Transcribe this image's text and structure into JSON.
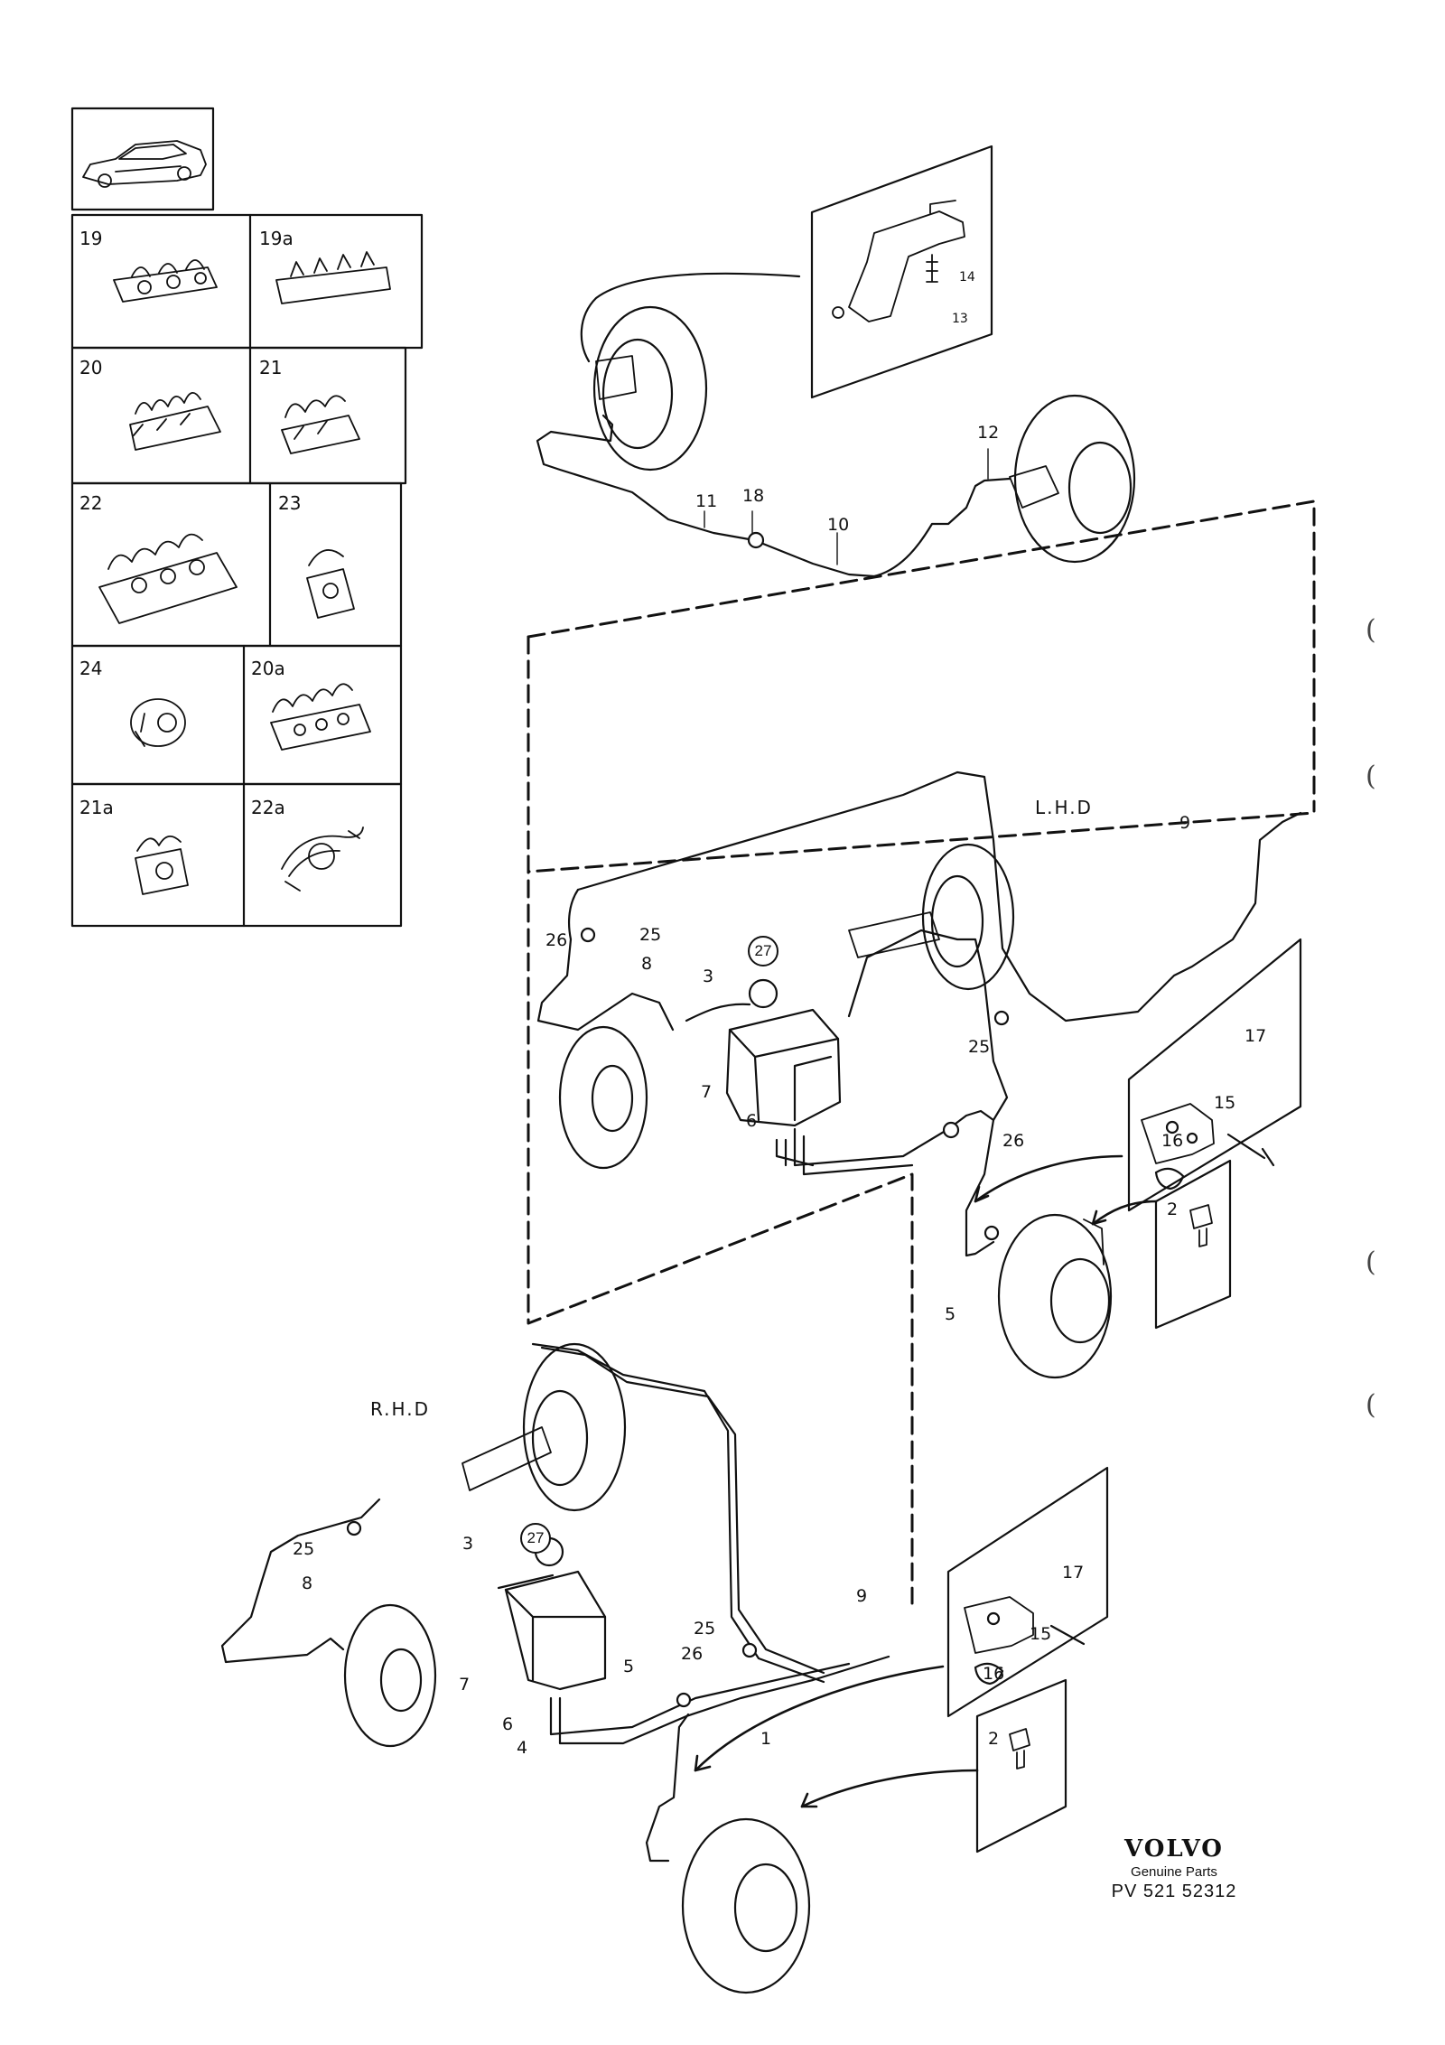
{
  "parts_grid": [
    {
      "id": "19"
    },
    {
      "id": "19a"
    },
    {
      "id": "20"
    },
    {
      "id": "21"
    },
    {
      "id": "22"
    },
    {
      "id": "23"
    },
    {
      "id": "24"
    },
    {
      "id": "20a"
    },
    {
      "id": "21a"
    },
    {
      "id": "22a"
    }
  ],
  "regions": {
    "lhd": "L.H.D",
    "rhd": "R.H.D"
  },
  "callouts": {
    "rear": [
      "14",
      "13",
      "12",
      "11",
      "18",
      "10"
    ],
    "lhd": [
      "9",
      "26",
      "25",
      "8",
      "27",
      "3",
      "7",
      "6",
      "25",
      "26",
      "17",
      "15",
      "16",
      "2",
      "5"
    ],
    "rhd": [
      "25",
      "8",
      "3",
      "27",
      "9",
      "25",
      "26",
      "5",
      "7",
      "6",
      "4",
      "17",
      "15",
      "16",
      "2",
      "1"
    ]
  },
  "brand": {
    "logo": "VOLVO",
    "tagline": "Genuine Parts",
    "code": "PV 521 52312"
  },
  "side_marks": [
    "(",
    "(",
    "(",
    "("
  ]
}
